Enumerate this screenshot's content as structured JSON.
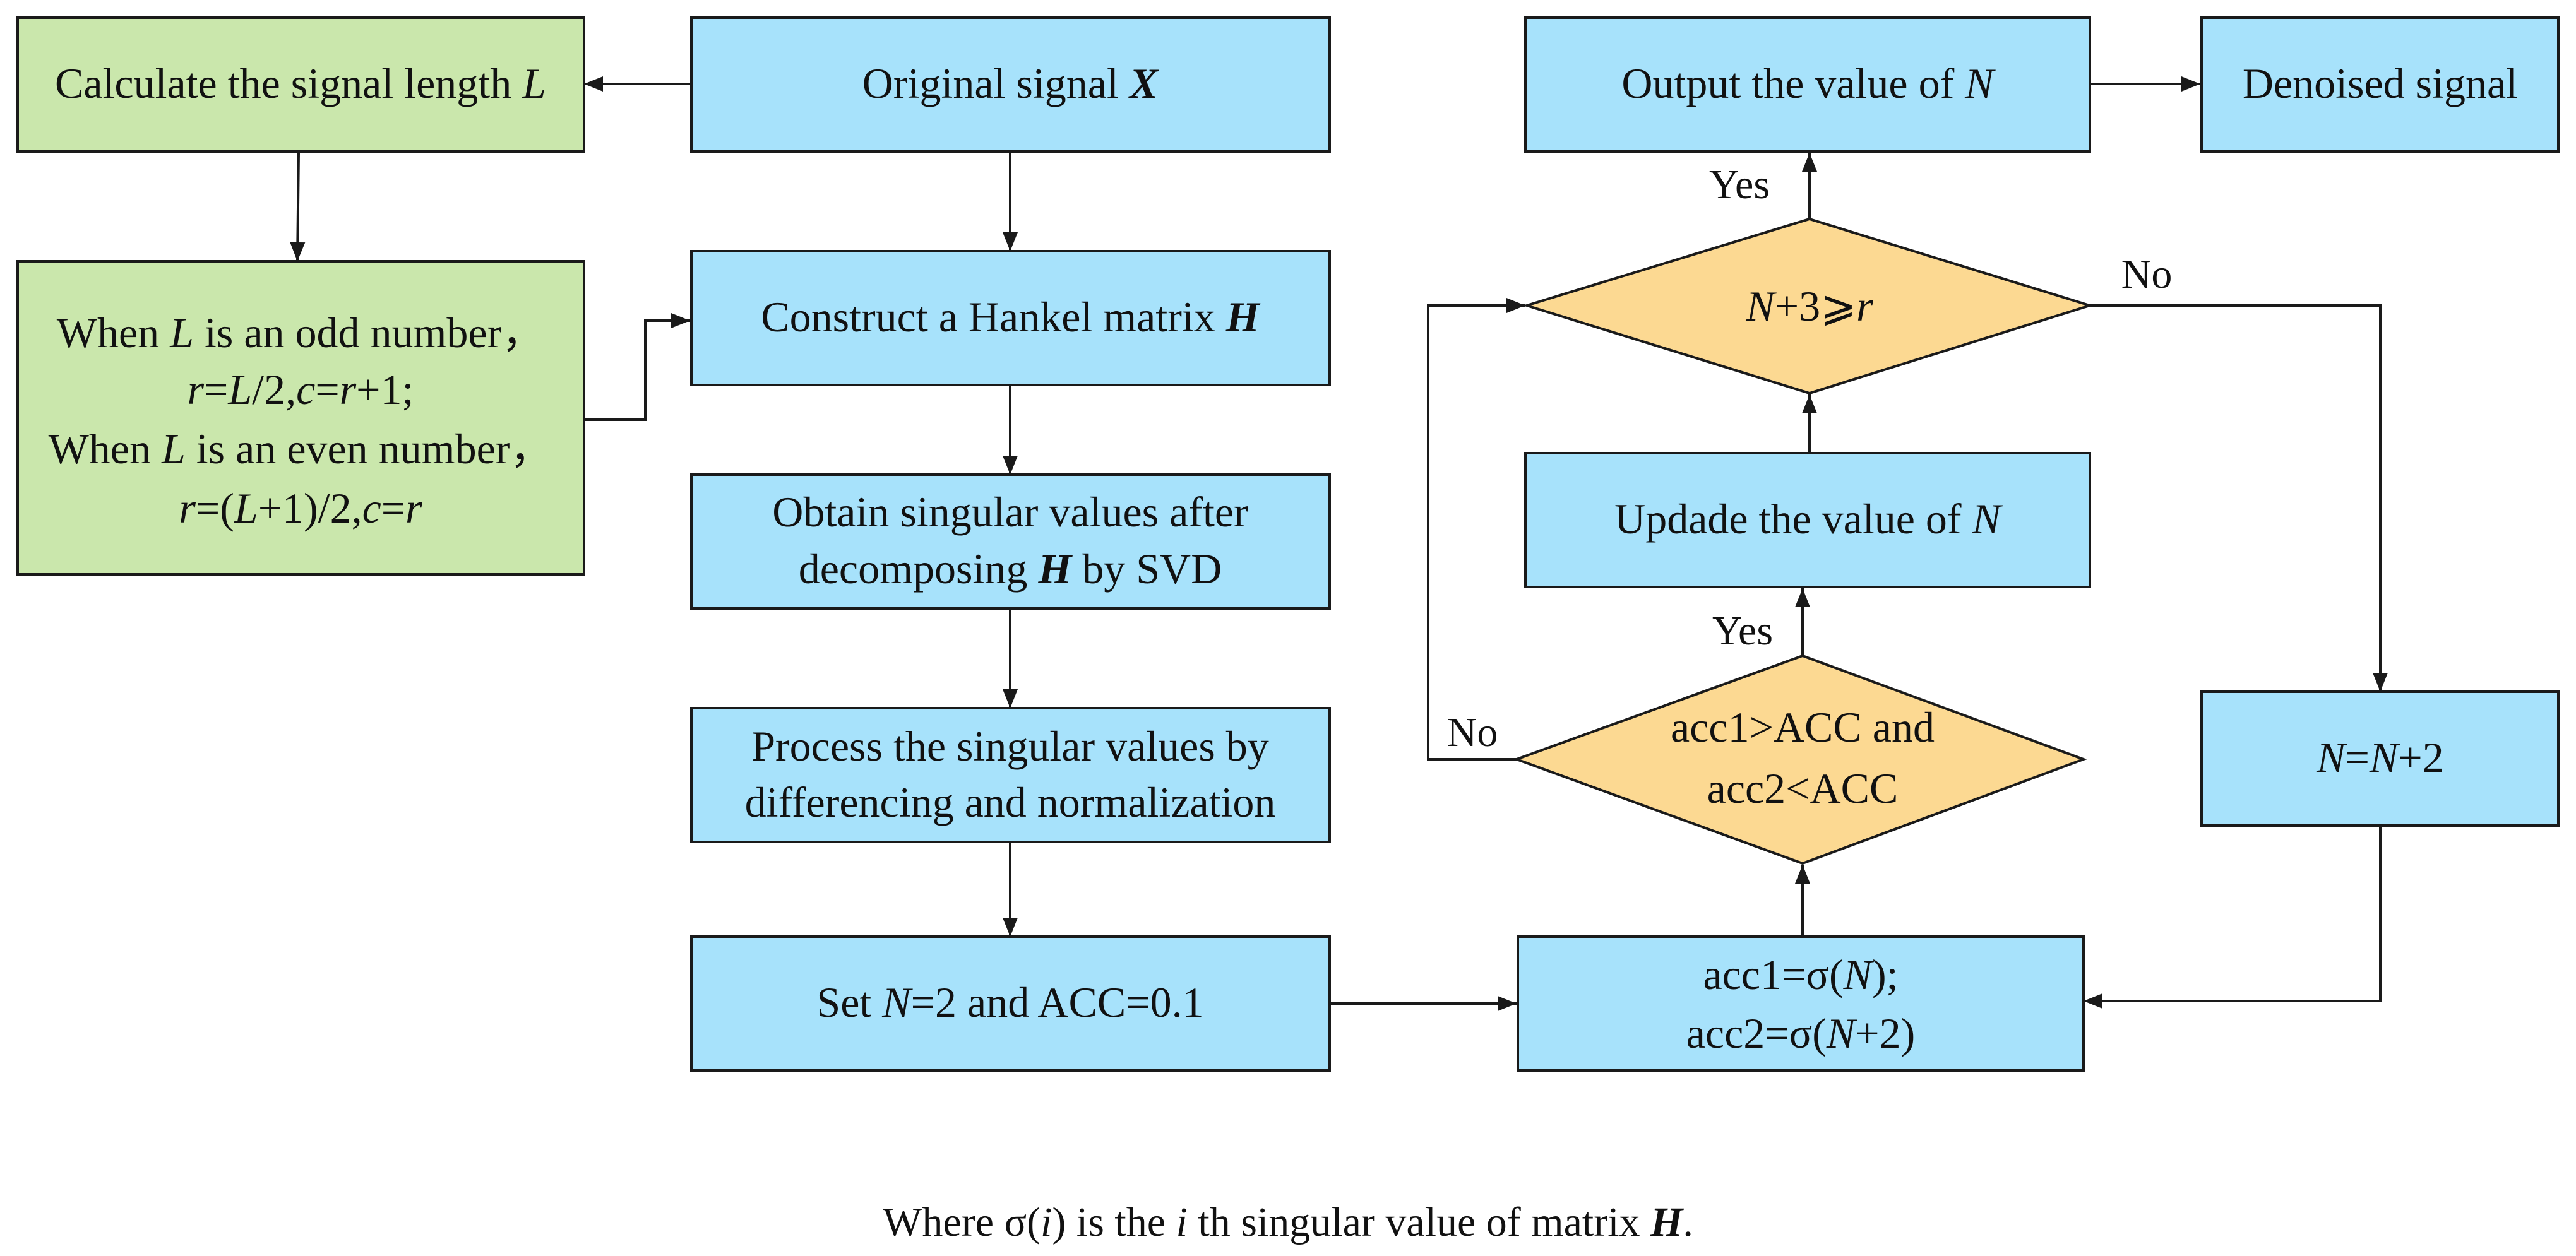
{
  "nodes": {
    "calc_length": {
      "text": "Calculate the signal length",
      "var": "L"
    },
    "original_signal": {
      "text": "Original signal",
      "var": "X"
    },
    "odd_even": {
      "line1_a": "When",
      "line1_var": "L",
      "line1_b": "is an odd number，",
      "line2_r": "r",
      "line2_eq": "=",
      "line2_L": "L",
      "line2_mid": "/2,",
      "line2_c": "c",
      "line2_eq2": "=",
      "line2_r2": "r",
      "line2_end": "+1;",
      "line3_a": "When",
      "line3_var": "L",
      "line3_b": "is an even number，",
      "line4_r": "r",
      "line4_open": "=(",
      "line4_L": "L",
      "line4_mid": "+1)/2,",
      "line4_c": "c",
      "line4_eq": "=",
      "line4_r2": "r"
    },
    "hankel": {
      "text": "Construct a Hankel matrix",
      "var": "H"
    },
    "svd": {
      "line1": "Obtain singular values after",
      "line2_a": "decomposing",
      "line2_var": "H",
      "line2_b": "by SVD"
    },
    "process": {
      "line1": "Process the singular values by",
      "line2": "differencing and normalization"
    },
    "set_n": {
      "a": "Set",
      "var": "N",
      "b": "=2 and ACC=0.1"
    },
    "acc_calc": {
      "line1_a": "acc1=σ(",
      "line1_var": "N",
      "line1_b": ");",
      "line2_a": "acc2=σ(",
      "line2_var": "N",
      "line2_b": "+2)"
    },
    "acc_check": {
      "line1": "acc1>ACC  and",
      "line2": "acc2<ACC"
    },
    "update_n": {
      "text": "Updade the value of",
      "var": "N"
    },
    "n3_check": {
      "var_n": "N",
      "mid": "+3⩾",
      "var_r": "r"
    },
    "output_n": {
      "text": "Output the value of",
      "var": "N"
    },
    "denoised": {
      "text": "Denoised signal"
    },
    "n_plus_2": {
      "var1": "N",
      "eq": "=",
      "var2": "N",
      "end": "+2"
    }
  },
  "edge_labels": {
    "yes_top": "Yes",
    "no_right": "No",
    "yes_mid": "Yes",
    "no_left": "No"
  },
  "caption": {
    "a": "Where σ(",
    "var_i": "i",
    "b": ") is the",
    "var_i2": "i",
    "c": "th singular value of matrix",
    "var_h": "H",
    "d": "."
  },
  "colors": {
    "process_box": "#a7e2fb",
    "init_box": "#cae7ac",
    "decision": "#fcd992",
    "line": "#1a1a1a"
  }
}
